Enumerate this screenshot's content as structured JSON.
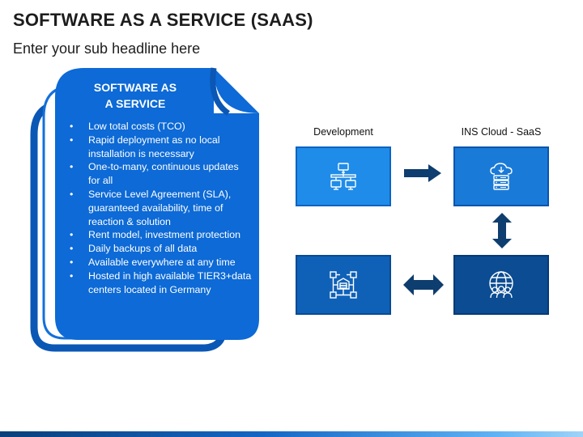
{
  "header": {
    "title": "SOFTWARE AS A SERVICE (SAAS)",
    "subtitle": "Enter your sub headline here"
  },
  "panel": {
    "heading_line1": "SOFTWARE AS",
    "heading_line2": "A SERVICE",
    "bullets": [
      "Low total costs (TCO)",
      "Rapid deployment as no local installation is necessary",
      "One-to-many, continuous updates for all",
      "Service Level Agreement (SLA), guaranteed availability, time of reaction & solution",
      "Rent model, investment protection",
      "Daily backups of all data",
      "Available everywhere at any time",
      "Hosted in high available TIER3+data centers located in Germany"
    ]
  },
  "flow": {
    "development_label": "Development",
    "cloud_label": "INS Cloud - SaaS",
    "boxes": [
      {
        "icon": "network-icon",
        "color": "#1f8ce9"
      },
      {
        "icon": "cloud-server-icon",
        "color": "#1a7ad8"
      },
      {
        "icon": "server-network-icon",
        "color": "#0f61b8"
      },
      {
        "icon": "global-users-icon",
        "color": "#0b4c93"
      }
    ],
    "arrow_color": "#0e3d6f"
  },
  "colors": {
    "panel_blue": "#0d6ad6",
    "panel_shadow": "#0b57b5",
    "accent_dark": "#0e3d6f"
  }
}
